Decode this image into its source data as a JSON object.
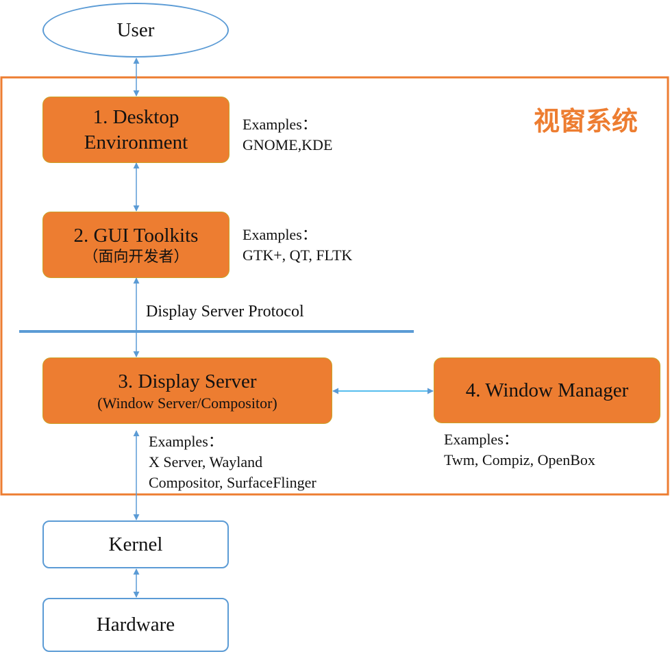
{
  "nodes": {
    "user": {
      "label": "User"
    },
    "desktop": {
      "line1": "1. Desktop",
      "line2": "Environment"
    },
    "gui": {
      "line1": "2. GUI Toolkits",
      "line2": "（面向开发者）"
    },
    "display_server": {
      "line1": "3. Display Server",
      "line2": "(Window Server/Compositor)"
    },
    "window_manager": {
      "label": "4. Window Manager"
    },
    "kernel": {
      "label": "Kernel"
    },
    "hardware": {
      "label": "Hardware"
    }
  },
  "annotations": {
    "group_title": "视窗系统",
    "desktop_examples": [
      "Examples：",
      "GNOME,KDE"
    ],
    "gui_examples": [
      "Examples：",
      "GTK+, QT, FLTK"
    ],
    "protocol": "Display Server Protocol",
    "display_examples": [
      "Examples：",
      "X Server, Wayland",
      "Compositor, SurfaceFlinger"
    ],
    "wm_examples": [
      "Examples：",
      "Twm, Compiz, OpenBox"
    ]
  },
  "colors": {
    "accent_orange": "#ed7d31",
    "connector_blue": "#5b9bd5",
    "box_border_gold": "#c9a227"
  }
}
